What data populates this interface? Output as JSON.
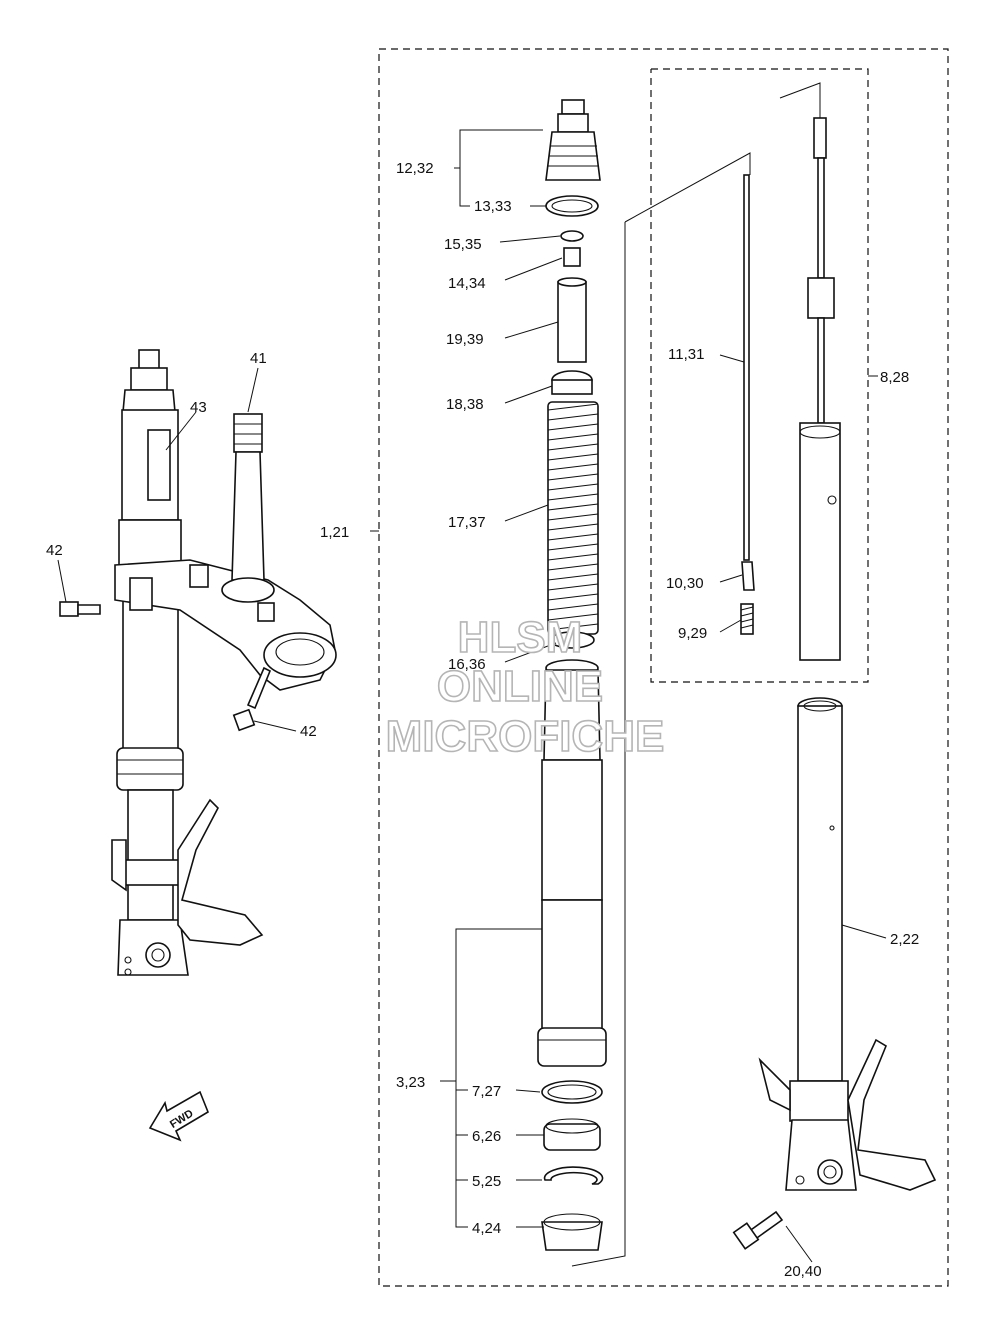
{
  "labels": {
    "l_12_32": "12,32",
    "l_13_33": "13,33",
    "l_15_35": "15,35",
    "l_14_34": "14,34",
    "l_19_39": "19,39",
    "l_18_38": "18,38",
    "l_17_37": "17,37",
    "l_16_36": "16,36",
    "l_1_21": "1,21",
    "l_11_31": "11,31",
    "l_8_28": "8,28",
    "l_10_30": "10,30",
    "l_9_29": "9,29",
    "l_2_22": "2,22",
    "l_3_23": "3,23",
    "l_7_27": "7,27",
    "l_6_26": "6,26",
    "l_5_25": "5,25",
    "l_4_24": "4,24",
    "l_20_40": "20,40",
    "l_41": "41",
    "l_43": "43",
    "l_42a": "42",
    "l_42b": "42"
  },
  "fwd_label": "FWD",
  "watermark": {
    "line1": "HLSM",
    "line2": "ONLINE",
    "line3": "MICROFICHE"
  },
  "colors": {
    "line": "#111111",
    "watermark_outline": "#b5b5b5",
    "background": "#ffffff"
  }
}
